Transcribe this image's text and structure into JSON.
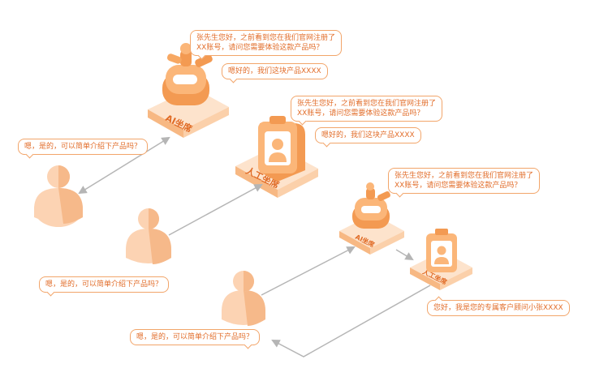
{
  "bubbles": {
    "ai_greeting_1": {
      "line1": "张先生您好，之前看到您在我们官网注册了",
      "line2": "XX账号，请问您需要体验这款产品吗？"
    },
    "ai_intro_1": "嗯好的，我们这块产品XXXX",
    "human_greeting": {
      "line1": "张先生您好，之前看到您在我们官网注册了",
      "line2": "XX账号，请问您需要体验这款产品吗？"
    },
    "human_intro": "嗯好的，我们这块产品XXXX",
    "ai_greeting_2": {
      "line1": "张先生您好，之前看到您在我们官网注册了",
      "line2": "XX账号，请问您需要体验这款产品吗？"
    },
    "advisor_reply": "您好，我是您的专属客户顾问小张XXXX",
    "customer_reply_1": "嗯，是的，可以简单介绍下产品吗？",
    "customer_reply_2": "嗯，是的，可以简单介绍下产品吗？",
    "customer_reply_3": "嗯，是的，可以简单介绍下产品吗？"
  },
  "labels": {
    "ai_seat": "AI坐席",
    "human_seat": "人工坐席"
  },
  "colors": {
    "accent": "#f08a3c",
    "accent_light": "#fbc08f",
    "accent_dark": "#e06a24",
    "person": "#fcd3b3",
    "person_dark": "#f6b98a",
    "arrow": "#b5b5b5",
    "bubble_text": "#e26d2a"
  },
  "icons": {
    "robot": "robot-icon",
    "agent": "agent-icon",
    "customer": "customer-icon"
  }
}
